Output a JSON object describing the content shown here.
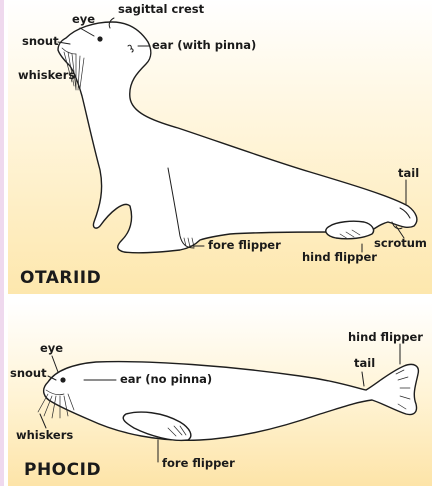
{
  "otariid": {
    "title": "OTARIID",
    "labels": {
      "eye": "eye",
      "sagittal_crest": "sagittal crest",
      "snout": "snout",
      "ear": "ear (with pinna)",
      "whiskers": "whiskers",
      "tail": "tail",
      "fore_flipper": "fore flipper",
      "scrotum": "scrotum",
      "hind_flipper": "hind flipper"
    }
  },
  "phocid": {
    "title": "PHOCID",
    "labels": {
      "eye": "eye",
      "snout": "snout",
      "ear": "ear (no pinna)",
      "hind_flipper": "hind flipper",
      "tail": "tail",
      "whiskers": "whiskers",
      "fore_flipper": "fore flipper"
    }
  },
  "colors": {
    "background_top": "#ffffff",
    "background_bottom": "#fde7ad",
    "side_strip": "#efd9ee",
    "ink": "#1e1e1e"
  }
}
